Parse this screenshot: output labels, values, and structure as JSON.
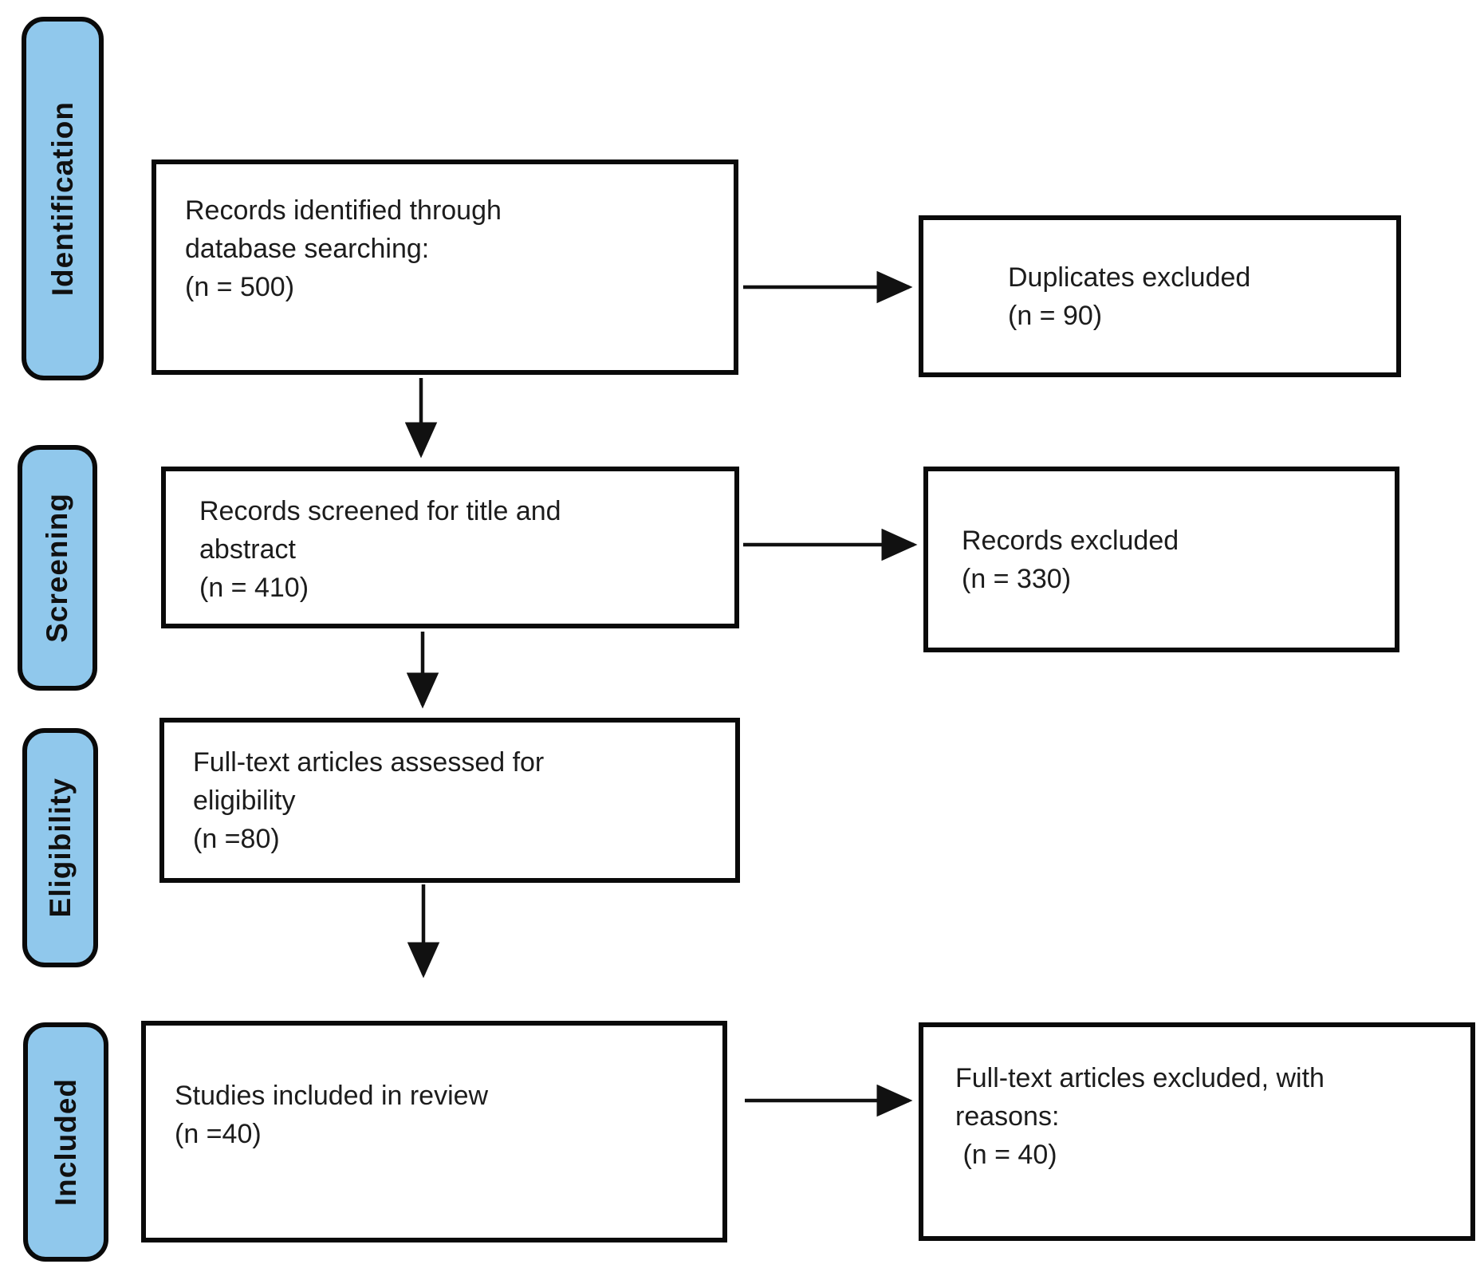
{
  "figure": {
    "type": "prisma-flow-diagram",
    "stages": [
      "Identification",
      "Screening",
      "Eligibility",
      "Included"
    ],
    "boxes": {
      "records_identified": {
        "lines": [
          "Records identified through",
          "database searching:",
          "(n = 500)"
        ],
        "n": 500
      },
      "duplicates_excluded": {
        "lines": [
          "Duplicates excluded",
          "(n = 90)"
        ],
        "n": 90
      },
      "records_screened": {
        "lines": [
          "Records screened for title and",
          "abstract",
          "(n = 410)"
        ],
        "n": 410
      },
      "records_excluded": {
        "lines": [
          "Records excluded",
          "(n = 330)"
        ],
        "n": 330
      },
      "fulltext_assessed": {
        "lines": [
          "Full-text articles assessed for",
          "eligibility",
          "(n =80)"
        ],
        "n": 80
      },
      "studies_included": {
        "lines": [
          "Studies included in review",
          "(n =40)"
        ],
        "n": 40
      },
      "fulltext_excluded": {
        "lines": [
          "Full-text articles excluded, with",
          "reasons:",
          " (n = 40)"
        ],
        "n": 40
      }
    },
    "colors": {
      "stage_fill": "#90C8EC",
      "line_color": "#0a0a0a",
      "box_bg": "#ffffff",
      "text_color": "#1c1c1c"
    }
  }
}
